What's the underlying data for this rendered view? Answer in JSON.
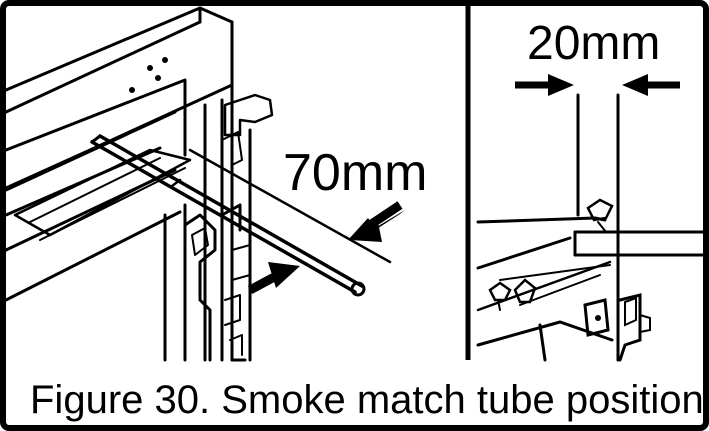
{
  "figure": {
    "caption": "Figure 30. Smoke match tube position",
    "dimension_tube_distance": "70mm",
    "dimension_gap_width": "20mm"
  }
}
